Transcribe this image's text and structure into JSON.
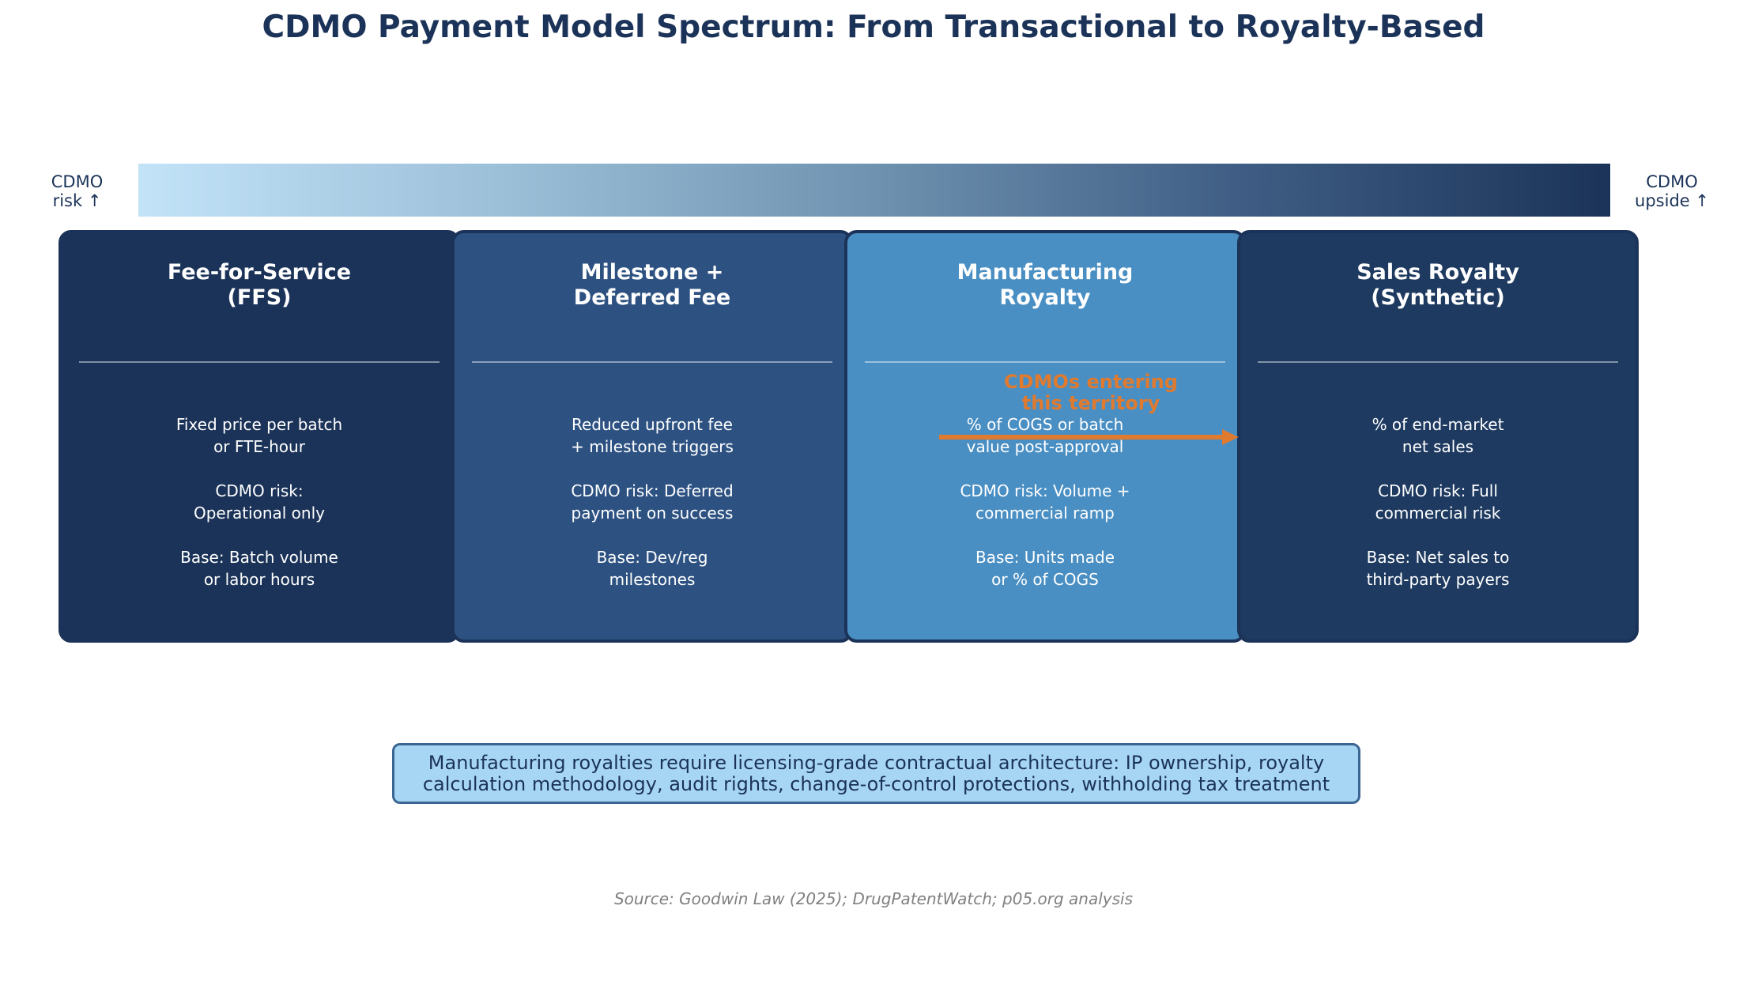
{
  "title": "CDMO Payment Model Spectrum: From Transactional to Royalty-Based",
  "axis": {
    "left_label": "CDMO\nrisk ↑",
    "right_label": "CDMO\nupside ↑"
  },
  "cards": [
    {
      "heading": "Fee-for-Service\n(FFS)",
      "body": "Fixed price per batch\nor FTE-hour\n\nCDMO risk:\nOperational only\n\nBase: Batch volume\nor labor hours",
      "color": "#1b3358"
    },
    {
      "heading": "Milestone +\nDeferred Fee",
      "body": "Reduced upfront fee\n+ milestone triggers\n\nCDMO risk: Deferred\npayment on success\n\nBase: Dev/reg\nmilestones",
      "color": "#2d5282"
    },
    {
      "heading": "Manufacturing\nRoyalty",
      "body": "% of COGS or batch\nvalue post-approval\n\nCDMO risk: Volume +\ncommercial ramp\n\nBase: Units made\nor % of COGS",
      "color": "#4a8fc3"
    },
    {
      "heading": "Sales Royalty\n(Synthetic)",
      "body": "% of end-market\nnet sales\n\nCDMO risk: Full\ncommercial risk\n\nBase: Net sales to\nthird-party payers",
      "color": "#1e3a60"
    }
  ],
  "annotation": {
    "label": "CDMOs entering\nthis territory",
    "color": "#e07a2e"
  },
  "note": "Manufacturing royalties require licensing-grade contractual architecture: IP ownership, royalty\ncalculation methodology, audit rights, change-of-control protections, withholding tax treatment",
  "source": "Source: Goodwin Law (2025); DrugPatentWatch; p05.org analysis"
}
